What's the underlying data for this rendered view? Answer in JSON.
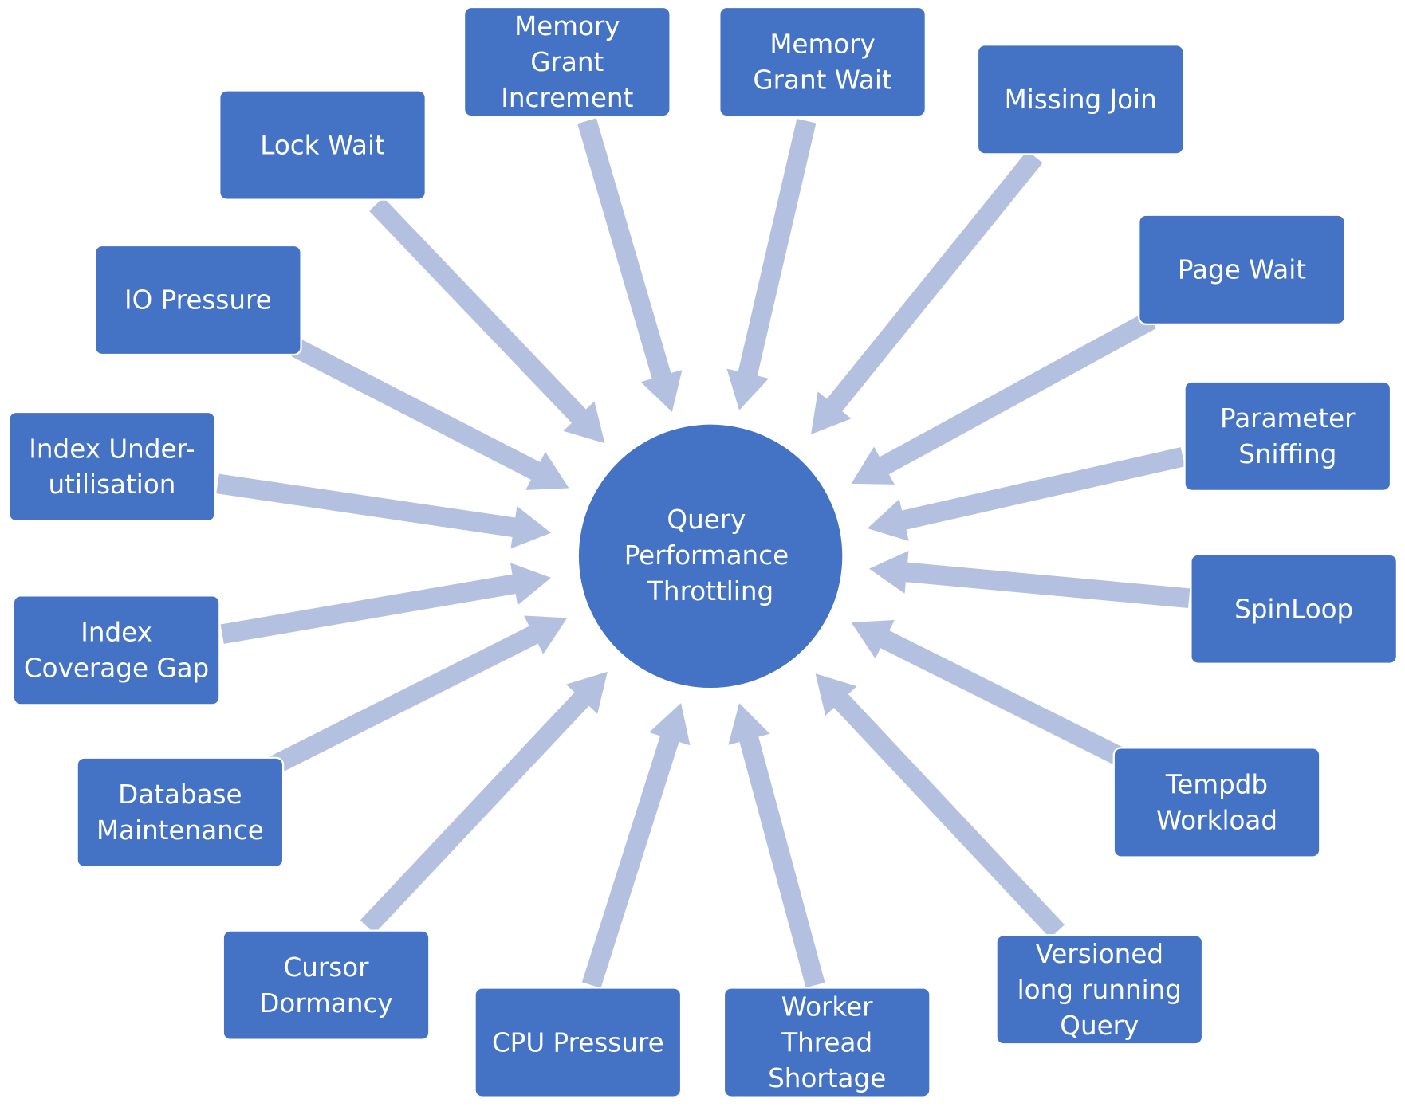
{
  "colors": {
    "box": "#4472C4",
    "arrow": "#B4C0E0",
    "text": "#FFFFFF"
  },
  "center": {
    "lines": [
      "Query",
      "Performance",
      "Throttling"
    ]
  },
  "causes": [
    {
      "id": "memory-grant-increment",
      "lines": [
        "Memory",
        "Grant",
        "Increment"
      ]
    },
    {
      "id": "memory-grant-wait",
      "lines": [
        "Memory",
        "Grant Wait"
      ]
    },
    {
      "id": "missing-join",
      "lines": [
        "Missing Join"
      ]
    },
    {
      "id": "lock-wait",
      "lines": [
        "Lock Wait"
      ]
    },
    {
      "id": "page-wait",
      "lines": [
        "Page Wait"
      ]
    },
    {
      "id": "io-pressure",
      "lines": [
        "IO Pressure"
      ]
    },
    {
      "id": "parameter-sniffing",
      "lines": [
        "Parameter",
        "Sniffing"
      ]
    },
    {
      "id": "index-under-utilisation",
      "lines": [
        "Index Under-",
        "utilisation"
      ]
    },
    {
      "id": "spinloop",
      "lines": [
        "SpinLoop"
      ]
    },
    {
      "id": "index-coverage-gap",
      "lines": [
        "Index",
        "Coverage Gap"
      ]
    },
    {
      "id": "tempdb-workload",
      "lines": [
        "Tempdb",
        "Workload"
      ]
    },
    {
      "id": "database-maintenance",
      "lines": [
        "Database",
        "Maintenance"
      ]
    },
    {
      "id": "cursor-dormancy",
      "lines": [
        "Cursor",
        "Dormancy"
      ]
    },
    {
      "id": "versioned-long-running-query",
      "lines": [
        "Versioned",
        "long running",
        "Query"
      ]
    },
    {
      "id": "cpu-pressure",
      "lines": [
        "CPU Pressure"
      ]
    },
    {
      "id": "worker-thread-shortage",
      "lines": [
        "Worker",
        "Thread",
        "Shortage"
      ]
    }
  ]
}
